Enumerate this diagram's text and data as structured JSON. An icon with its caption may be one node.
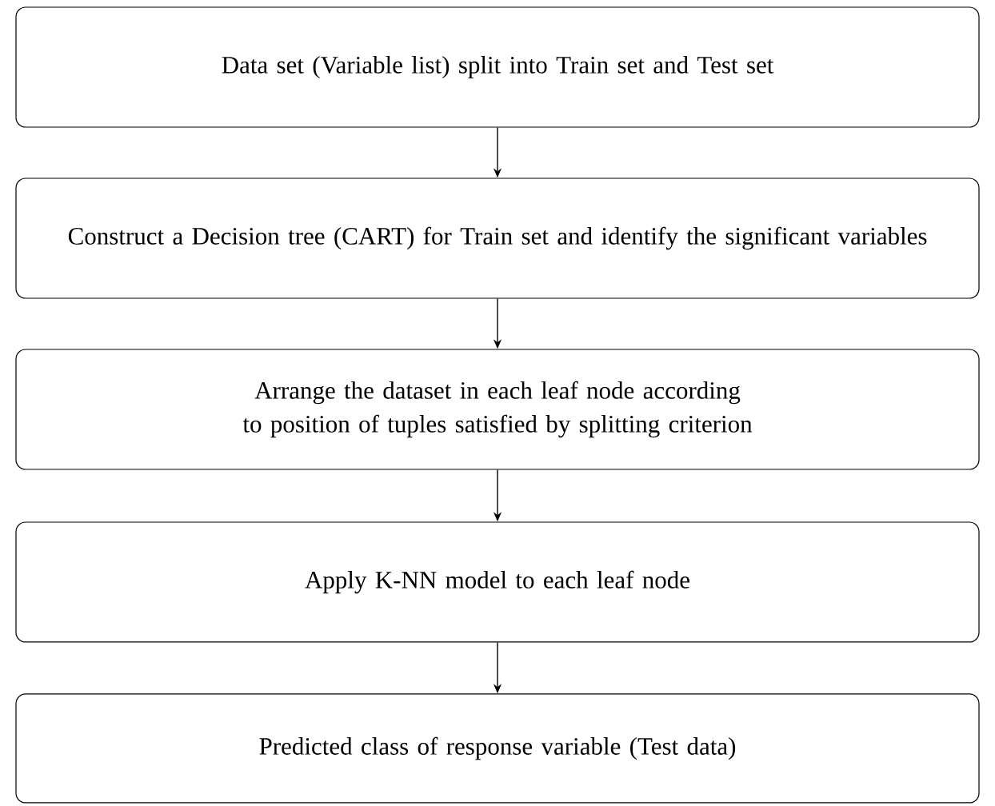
{
  "diagram": {
    "nodes": [
      {
        "text": [
          "Data set (Variable list) split into Train set and Test set"
        ]
      },
      {
        "text": [
          "Construct a Decision tree (CART) for Train set and identify the significant variables"
        ]
      },
      {
        "text": [
          "Arrange the dataset in each leaf node according to position of tuples satisfied by splitting criterion"
        ]
      },
      {
        "text": [
          "Apply K-NN model to each leaf node"
        ]
      },
      {
        "text": [
          "Predicted class of response variable (Test data)"
        ]
      }
    ],
    "edges": [
      {
        "from": 0,
        "to": 1,
        "arrow": "to"
      },
      {
        "from": 1,
        "to": 2,
        "arrow": "to"
      },
      {
        "from": 2,
        "to": 3,
        "arrow": "to"
      },
      {
        "from": 3,
        "to": 4,
        "arrow": "to"
      }
    ]
  }
}
